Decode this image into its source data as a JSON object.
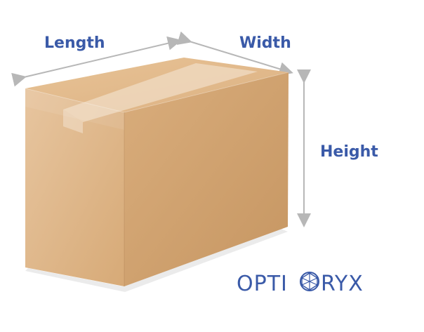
{
  "dimensions": {
    "length_label": "Length",
    "width_label": "Width",
    "height_label": "Height"
  },
  "logo": {
    "text_left": "OPTI",
    "text_right": "RYX",
    "full_name": "OPTIORYX"
  },
  "colors": {
    "label": "#3a5aa8",
    "arrow": "#b7b7b7",
    "box_front": "#ddb588",
    "box_side": "#d8ad7c",
    "box_top": "#e5bf92",
    "tape": "#f0dcc4",
    "logo": "#3a5aa8"
  },
  "icons": [
    "double-arrow-icon",
    "logo-mark-icon"
  ]
}
